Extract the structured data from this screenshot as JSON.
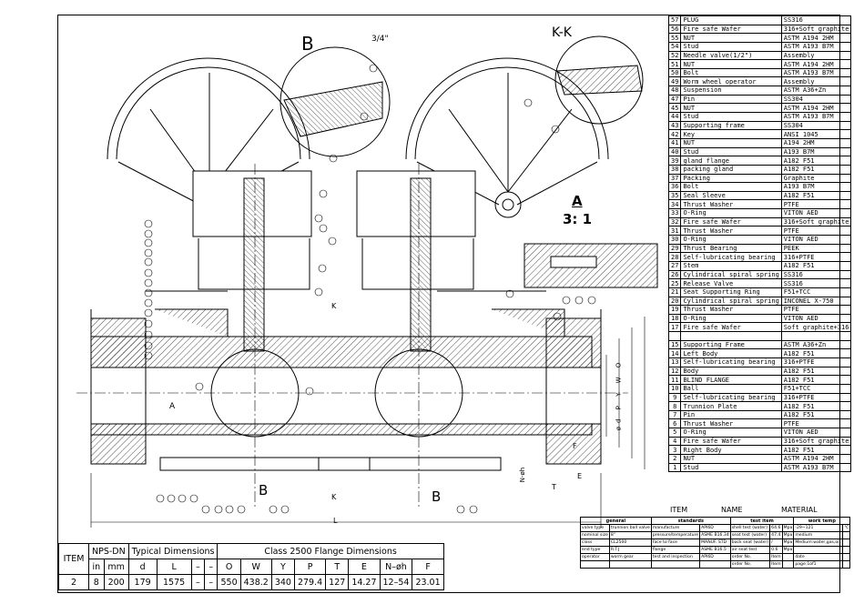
{
  "views": {
    "detail_b": "B",
    "detail_b_size": "3/4\"",
    "section_kk": "K-K",
    "detail_a": "A",
    "detail_a_scale": "3: 1",
    "section_mark": "K",
    "callout_a": "A",
    "callout_b": "B",
    "dim_L": "L",
    "dim_E": "E",
    "dim_T": "T",
    "dim_F": "F",
    "dim_N": "N-øh",
    "dim_vertical": "ød P Y W O"
  },
  "parts": [
    {
      "no": "57",
      "name": "PLUG",
      "material": "SS316"
    },
    {
      "no": "56",
      "name": "Fire safe Wafer",
      "material": "316+Soft graphite"
    },
    {
      "no": "55",
      "name": "NUT",
      "material": "ASTM A194 2HM"
    },
    {
      "no": "54",
      "name": "Stud",
      "material": "ASTM A193 B7M"
    },
    {
      "no": "52",
      "name": "Needle valve(1/2\")",
      "material": "Assembly"
    },
    {
      "no": "51",
      "name": "NUT",
      "material": "ASTM A194 2HM"
    },
    {
      "no": "50",
      "name": "Bolt",
      "material": "ASTM A193 B7M"
    },
    {
      "no": "49",
      "name": "Worm wheel operator",
      "material": "Assembly"
    },
    {
      "no": "48",
      "name": "Suspension",
      "material": "ASTM A36+Zn"
    },
    {
      "no": "47",
      "name": "Pin",
      "material": "SS304"
    },
    {
      "no": "45",
      "name": "NUT",
      "material": "ASTM A194 2HM"
    },
    {
      "no": "44",
      "name": "Stud",
      "material": "ASTM A193 B7M"
    },
    {
      "no": "43",
      "name": "Supporting frame",
      "material": "SS304"
    },
    {
      "no": "42",
      "name": "Key",
      "material": "ANSI 1045"
    },
    {
      "no": "41",
      "name": "NUT",
      "material": "A194 2HM"
    },
    {
      "no": "40",
      "name": "Stud",
      "material": "A193 B7M"
    },
    {
      "no": "39",
      "name": "gland flange",
      "material": "A182 F51"
    },
    {
      "no": "38",
      "name": "packing gland",
      "material": "A182 F51"
    },
    {
      "no": "37",
      "name": "Packing",
      "material": "Graphite"
    },
    {
      "no": "36",
      "name": "Bolt",
      "material": "A193 B7M"
    },
    {
      "no": "35",
      "name": "Seal Sleeve",
      "material": "A182 F51"
    },
    {
      "no": "34",
      "name": "Thrust Washer",
      "material": "PTFE"
    },
    {
      "no": "33",
      "name": "O-Ring",
      "material": "VITON AED"
    },
    {
      "no": "32",
      "name": "Fire safe Wafer",
      "material": "316+Soft graphite"
    },
    {
      "no": "31",
      "name": "Thrust Washer",
      "material": "PTFE"
    },
    {
      "no": "30",
      "name": "O-Ring",
      "material": "VITON AED"
    },
    {
      "no": "29",
      "name": "Thrust Bearing",
      "material": "PEEK"
    },
    {
      "no": "28",
      "name": "Self-lubricating bearing",
      "material": "316+PTFE"
    },
    {
      "no": "27",
      "name": "Stem",
      "material": "A182 F51"
    },
    {
      "no": "26",
      "name": "Cylindrical spiral spring",
      "material": "SS316"
    },
    {
      "no": "25",
      "name": "Release Valve",
      "material": "SS316"
    },
    {
      "no": "21",
      "name": "Seat Supporting Ring",
      "material": "F51+TCC"
    },
    {
      "no": "20",
      "name": "Cylindrical spiral spring",
      "material": "INCONEL X-750"
    },
    {
      "no": "19",
      "name": "Thrust Washer",
      "material": "PTFE"
    },
    {
      "no": "18",
      "name": "O-Ring",
      "material": "VITON AED"
    },
    {
      "no": "17",
      "name": "Fire safe Wafer",
      "material": "Soft graphite+316"
    },
    {
      "no": "",
      "name": "",
      "material": ""
    },
    {
      "no": "15",
      "name": "Supporting Frame",
      "material": "ASTM A36+Zn"
    },
    {
      "no": "14",
      "name": "Left Body",
      "material": "A182 F51"
    },
    {
      "no": "13",
      "name": "Self-lubricating bearing",
      "material": "316+PTFE"
    },
    {
      "no": "12",
      "name": "Body",
      "material": "A182 F51"
    },
    {
      "no": "11",
      "name": "BLIND FLANGE",
      "material": "A182 F51"
    },
    {
      "no": "10",
      "name": "Ball",
      "material": "F51+TCC"
    },
    {
      "no": "9",
      "name": "Self-lubricating bearing",
      "material": "316+PTFE"
    },
    {
      "no": "8",
      "name": "Trunnion Plate",
      "material": "A182 F51"
    },
    {
      "no": "7",
      "name": "Pin",
      "material": "A182 F51"
    },
    {
      "no": "6",
      "name": "Thrust Washer",
      "material": "PTFE"
    },
    {
      "no": "5",
      "name": "O-Ring",
      "material": "VITON AED"
    },
    {
      "no": "4",
      "name": "Fire safe Wafer",
      "material": "316+Soft graphite"
    },
    {
      "no": "3",
      "name": "Right Body",
      "material": "A182 F51"
    },
    {
      "no": "2",
      "name": "NUT",
      "material": "ASTM A194 2HM"
    },
    {
      "no": "1",
      "name": "Stud",
      "material": "ASTM A193 B7M"
    }
  ],
  "parts_header": {
    "item": "ITEM",
    "name": "NAME",
    "material": "MATERIAL"
  },
  "title_block": {
    "headers": [
      "general",
      "standards",
      "test item",
      "work temp"
    ],
    "rows": [
      [
        "valve type",
        "trunnion ball valve",
        "manufacture",
        "API6D",
        "shell test (water)",
        "64.6",
        "Mpa",
        "-29~121",
        "℃"
      ],
      [
        "nominal size",
        "8\"",
        "pressure/temperature",
        "ASME B16.34",
        "seat test (water)",
        "47.4",
        "Mpa",
        "medium",
        ""
      ],
      [
        "class",
        "CL2500",
        "face to face",
        "MANUF. STD",
        "back seat (water)",
        "/",
        "Mpa",
        "Medium:water,gas,oil.",
        ""
      ],
      [
        "end type",
        "R.T.J",
        "flange",
        "ASME B16.5",
        "air seat test",
        "0.6",
        "Mpa",
        "",
        ""
      ],
      [
        "operator",
        "worm gear",
        "test and inspection",
        "API6D",
        "order No.",
        "Item",
        "",
        "date",
        ""
      ],
      [
        "",
        "",
        "",
        "",
        "order No.",
        "Item",
        "",
        "page:1of1",
        ""
      ]
    ]
  },
  "dimensions_table": {
    "item_header": "ITEM",
    "nps_header": "NPS-DN",
    "typical_header": "Typical Dimensions",
    "class_header": "Class 2500 Flange Dimensions",
    "columns": [
      "in",
      "mm",
      "d",
      "L",
      "–",
      "–",
      "O",
      "W",
      "Y",
      "P",
      "T",
      "E",
      "N–øh",
      "F"
    ],
    "row": [
      "2",
      "8",
      "200",
      "179",
      "1575",
      "–",
      "–",
      "550",
      "438.2",
      "340",
      "279.4",
      "127",
      "14.27",
      "12–54",
      "23.01"
    ]
  }
}
